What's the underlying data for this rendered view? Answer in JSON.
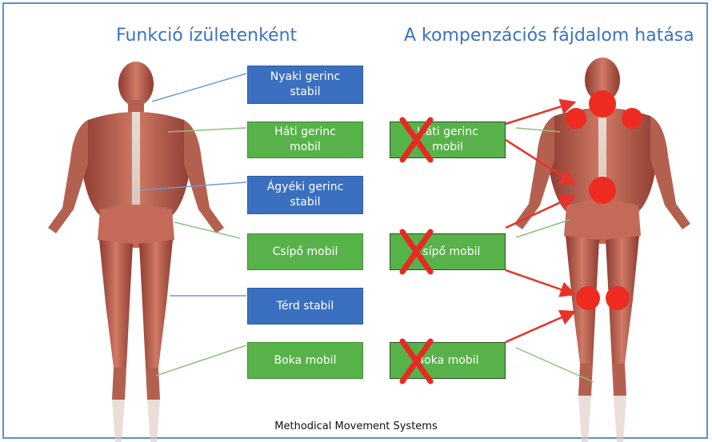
{
  "titles": {
    "left": "Funkció ízületenként",
    "right": "A kompenzációs fájdalom hatása"
  },
  "left_boxes": [
    {
      "line1": "Nyaki gerinc",
      "line2": "stabil",
      "color": "#3b6fc0"
    },
    {
      "line1": "Háti gerinc",
      "line2": "mobil",
      "color": "#58b24a"
    },
    {
      "line1": "Ágyéki gerinc",
      "line2": "stabil",
      "color": "#3b6fc0"
    },
    {
      "line1": "Csípő mobil",
      "line2": "",
      "color": "#58b24a"
    },
    {
      "line1": "Térd stabil",
      "line2": "",
      "color": "#3b6fc0"
    },
    {
      "line1": "Boka mobil",
      "line2": "",
      "color": "#58b24a"
    }
  ],
  "right_boxes": [
    {
      "line1": "Háti gerinc",
      "line2": "mobil",
      "crossed": true
    },
    {
      "line1": "Csípő mobil",
      "line2": "",
      "crossed": true
    },
    {
      "line1": "Boka mobil",
      "line2": "",
      "crossed": true
    }
  ],
  "footer": "Methodical Movement Systems",
  "colors": {
    "title": "#3a73c2",
    "stable_box": "#3b6fc0",
    "mobile_box": "#58b24a",
    "pain_marker": "#ee2b20",
    "arrow": "#e8322a",
    "body": "#b85a4a"
  }
}
